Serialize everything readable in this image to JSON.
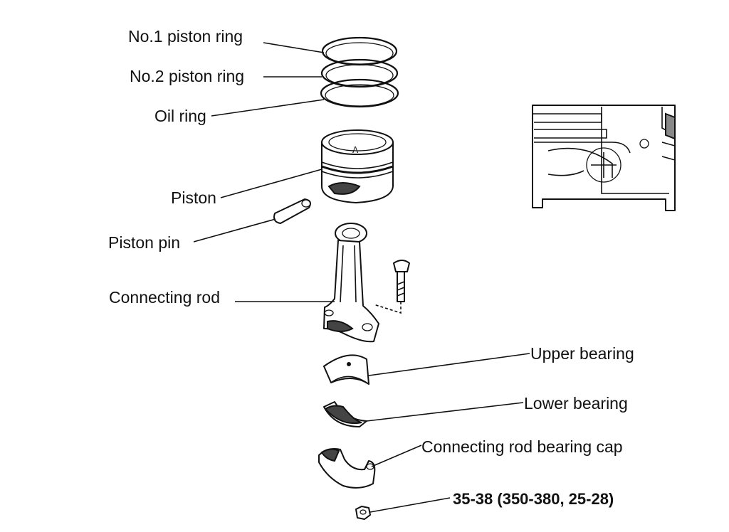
{
  "labels": {
    "no1_ring": "No.1 piston ring",
    "no2_ring": "No.2 piston ring",
    "oil_ring": "Oil ring",
    "piston": "Piston",
    "piston_pin": "Piston pin",
    "connecting_rod": "Connecting rod",
    "upper_bearing": "Upper bearing",
    "lower_bearing": "Lower bearing",
    "bearing_cap": "Connecting rod bearing cap"
  },
  "torque": "35-38 (350-380, 25-28)"
}
